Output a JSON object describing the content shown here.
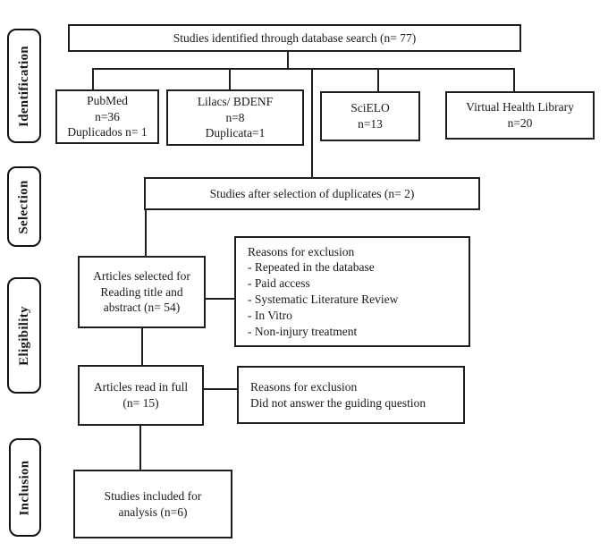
{
  "diagram": {
    "stages": [
      {
        "label": "Identification"
      },
      {
        "label": "Selection"
      },
      {
        "label": "Eligibility"
      },
      {
        "label": "Inclusion"
      }
    ],
    "boxes": {
      "identified": {
        "line1": "Studies identified through database search (n= 77)"
      },
      "pubmed": {
        "line1": "PubMed",
        "line2": "n=36",
        "line3": "Duplicados n= 1"
      },
      "lilacs": {
        "line1": "Lilacs/ BDENF",
        "line2": "n=8",
        "line3": "Duplicata=1"
      },
      "scielo": {
        "line1": "SciELO",
        "line2": "n=13"
      },
      "vhl": {
        "line1": "Virtual Health Library",
        "line2": "n=20"
      },
      "after_duplicates": {
        "line1": "Studies after selection of duplicates (n= 2)"
      },
      "title_abstract": {
        "line1": "Articles selected for",
        "line2": "Reading title and",
        "line3": "abstract (n= 54)"
      },
      "exclusion_abstract": {
        "title": "Reasons for exclusion",
        "items": [
          "- Repeated in the database",
          "- Paid access",
          "- Systematic Literature Review",
          "- In Vitro",
          "- Non-injury treatment"
        ]
      },
      "read_full": {
        "line1": "Articles read in full",
        "line2": "(n= 15)"
      },
      "exclusion_full": {
        "title": "Reasons for exclusion",
        "line2": "Did not answer the guiding question"
      },
      "included": {
        "line1": "Studies included for",
        "line2": "analysis (n=6)"
      }
    },
    "colors": {
      "line": "#1f1f1f",
      "background": "#ffffff",
      "text": "#1a1a1a"
    }
  }
}
